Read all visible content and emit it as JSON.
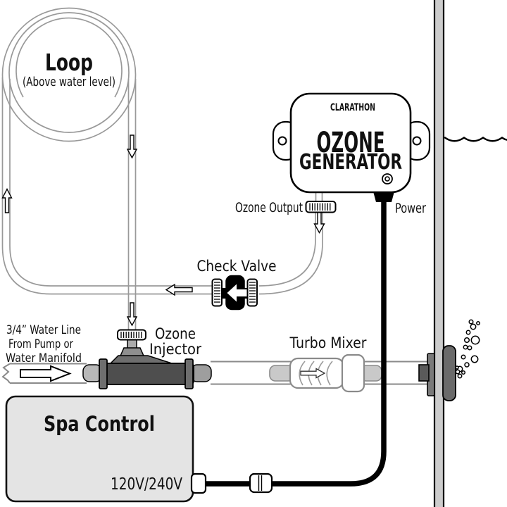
{
  "diagram": {
    "loop": {
      "title": "Loop",
      "subtitle": "(Above water level)"
    },
    "generator": {
      "brand": "CLARATHON",
      "line1": "OZONE",
      "line2": "GENERATOR"
    },
    "labels": {
      "ozone_output": "Ozone Output",
      "power": "Power",
      "check_valve": "Check Valve",
      "injector_line1": "Ozone",
      "injector_line2": "Injector",
      "water_line1": "3/4” Water Line",
      "water_line2": "From Pump or",
      "water_line3": "Water Manifold",
      "turbo_mixer": "Turbo Mixer",
      "spa_control": "Spa Control",
      "voltage": "120V/240V"
    },
    "colors": {
      "tube_line": "#999999",
      "wall_fill": "#cccccc",
      "pipe_gray": "#c9c9c9",
      "injector_body": "#4e4e4e",
      "flange_gray": "#6e6e6e",
      "spa_box_fill": "#e4e4e4",
      "power_cord": "#000000"
    }
  }
}
